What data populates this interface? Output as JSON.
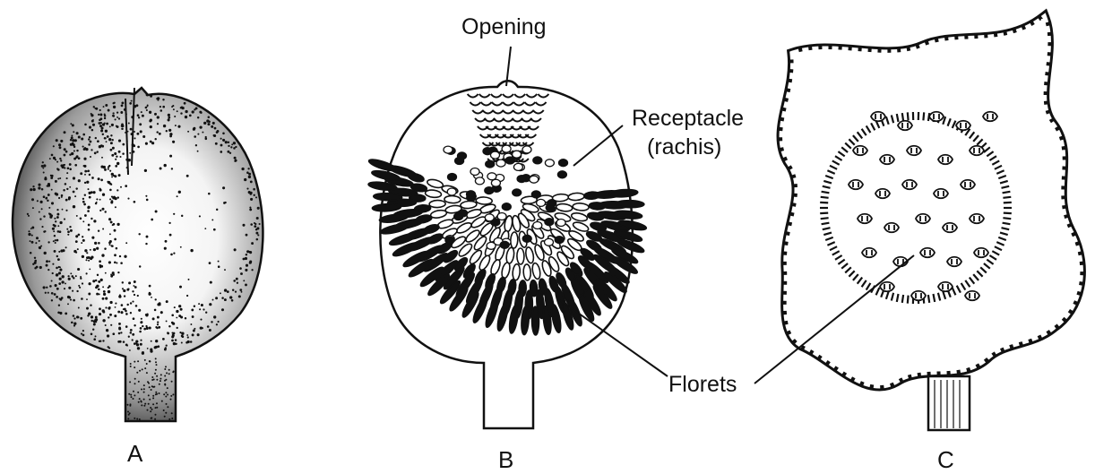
{
  "labels": {
    "opening": "Opening",
    "receptacle_line1": "Receptacle",
    "receptacle_line2": "(rachis)",
    "florets": "Florets"
  },
  "panels": {
    "a": "A",
    "b": "B",
    "c": "C"
  }
}
